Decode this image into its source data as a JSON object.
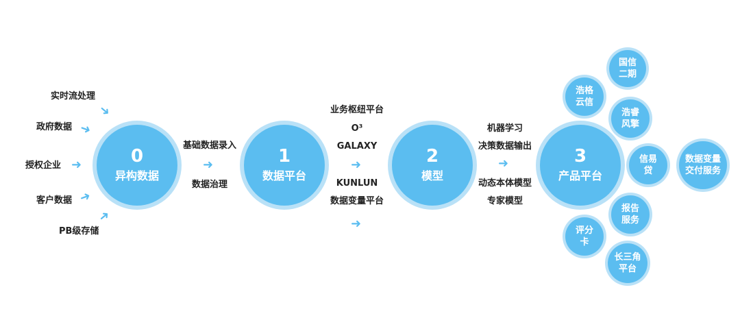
{
  "sources": {
    "realtime": "实时流处理",
    "gov": "政府数据",
    "auth": "授权企业",
    "customer": "客户数据",
    "pb": "PB级存储"
  },
  "stage0": {
    "num": "0",
    "name": "异构数据"
  },
  "step01": {
    "top": "基础数据录入",
    "bottom": "数据治理"
  },
  "stage1": {
    "num": "1",
    "name": "数据平台"
  },
  "step12": {
    "l1": "业务枢纽平台",
    "l2": "O³",
    "l3": "GALAXY",
    "l4": "KUNLUN",
    "l5": "数据变量平台"
  },
  "stage2": {
    "num": "2",
    "name": "模型"
  },
  "step23": {
    "l1": "机器学习",
    "l2": "决策数据输出",
    "l3": "动态本体模型",
    "l4": "专家模型"
  },
  "stage3": {
    "num": "3",
    "name": "产品平台"
  },
  "products": {
    "guoxin": [
      "国信",
      "二期"
    ],
    "haoge": [
      "浩格",
      "云信"
    ],
    "haorui": [
      "浩睿",
      "风擎"
    ],
    "xinyi": [
      "信易",
      "贷"
    ],
    "bianliang": [
      "数据变量",
      "交付服务"
    ],
    "baogao": [
      "报告",
      "服务"
    ],
    "pingfen": [
      "评分",
      "卡"
    ],
    "sanjiao": [
      "长三角",
      "平台"
    ]
  },
  "colors": {
    "primary": "#5bbdf0",
    "ring": "#b9e1f7",
    "text": "#222222"
  }
}
